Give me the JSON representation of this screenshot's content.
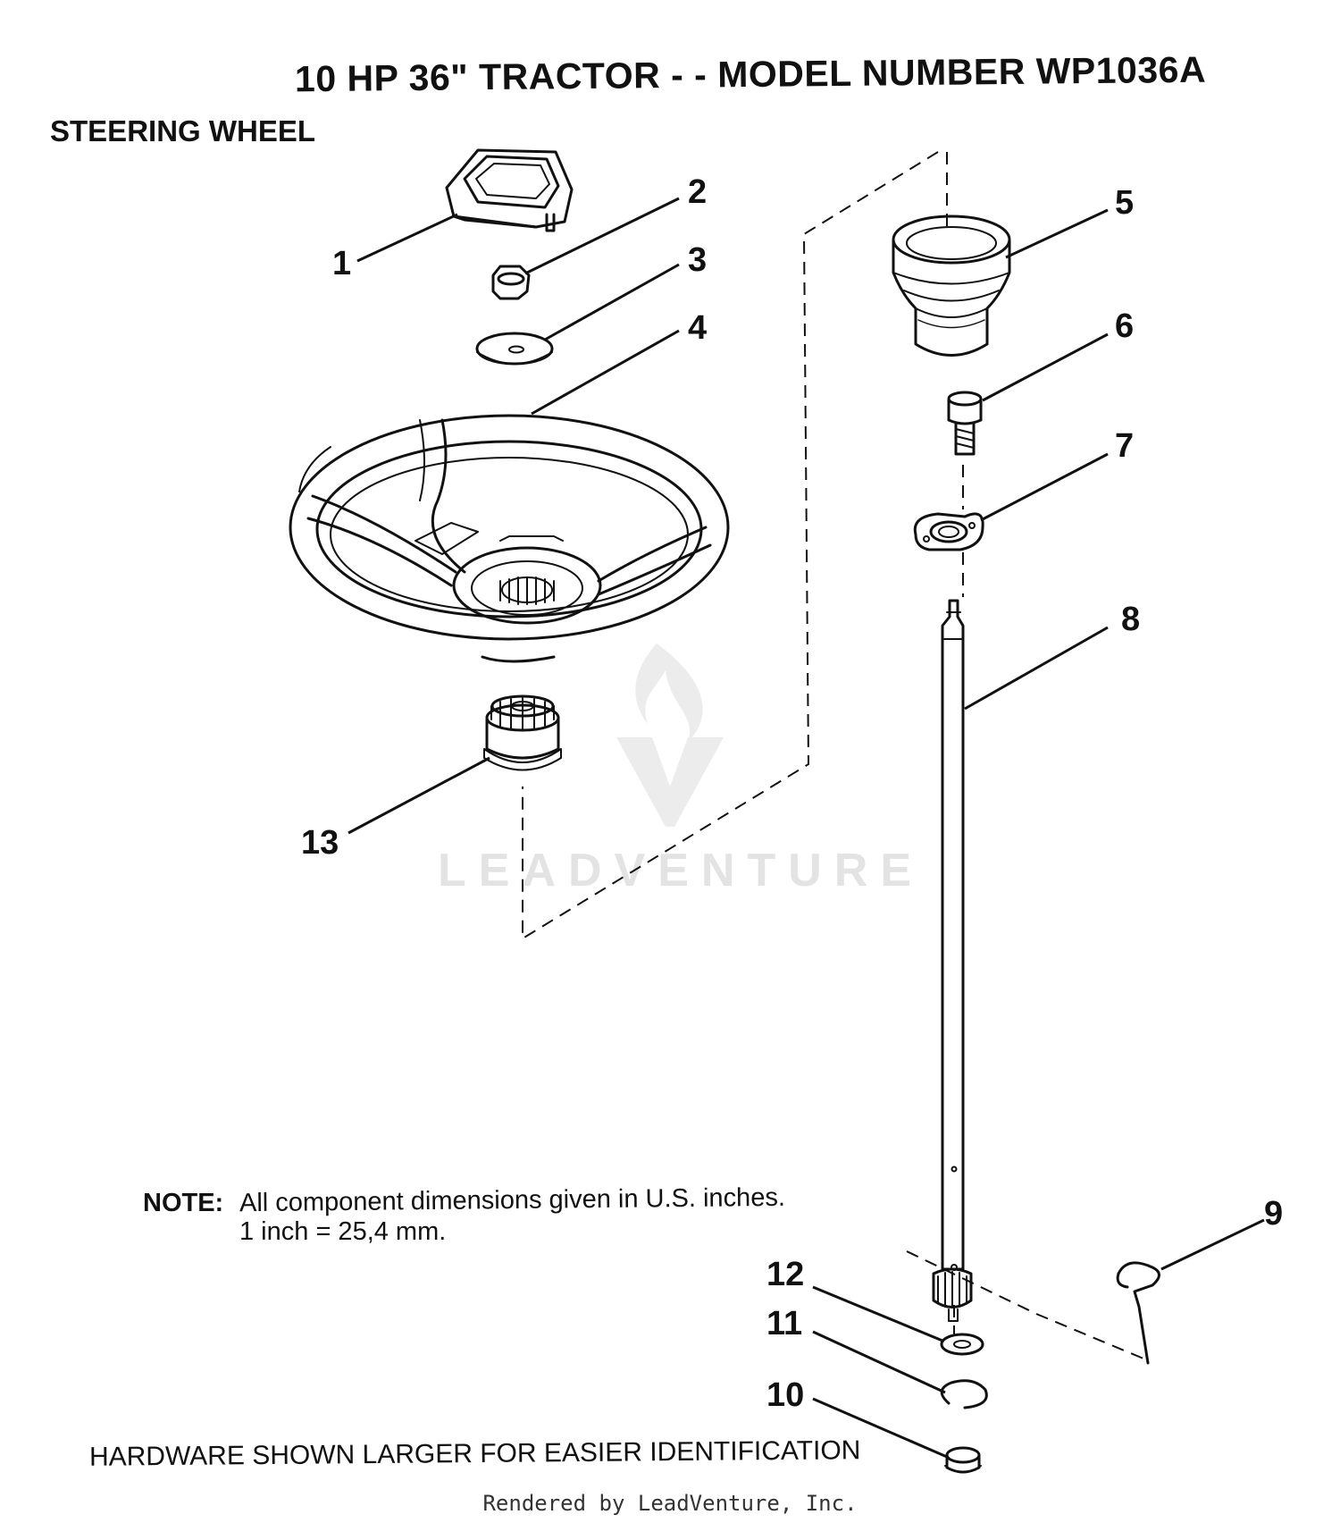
{
  "header": {
    "title": "10 HP 36\" TRACTOR  - - MODEL NUMBER  WP1036A",
    "section": "STEERING WHEEL"
  },
  "callouts": [
    "1",
    "2",
    "3",
    "4",
    "5",
    "6",
    "7",
    "8",
    "9",
    "10",
    "11",
    "12",
    "13"
  ],
  "note": {
    "label": "NOTE:",
    "line1": "All component dimensions given in U.S. inches.",
    "line2": "1 inch  =  25,4 mm."
  },
  "hardware_note": "HARDWARE SHOWN LARGER FOR EASIER IDENTIFICATION",
  "footer": "Rendered by LeadVenture, Inc.",
  "watermark": "LEADVENTURE"
}
